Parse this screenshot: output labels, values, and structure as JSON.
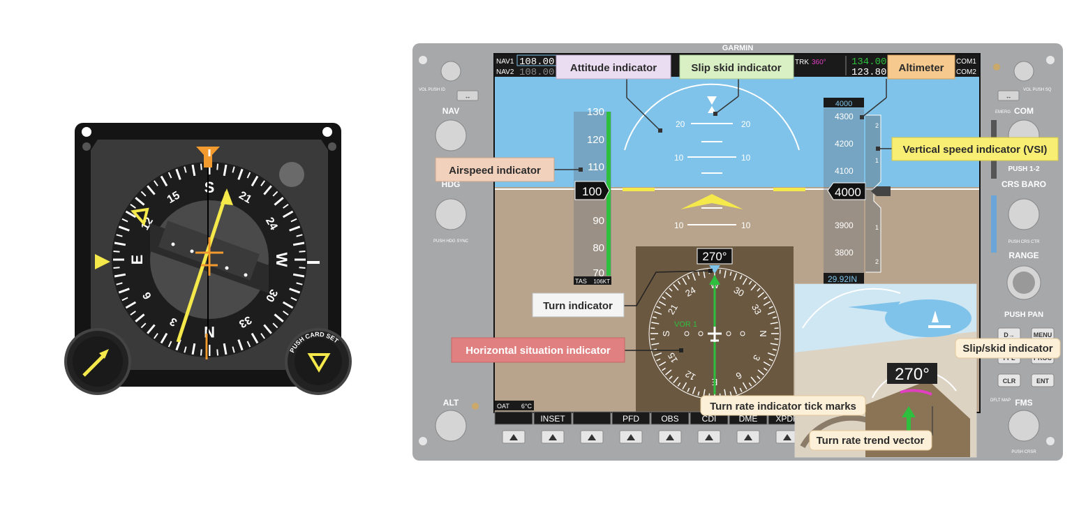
{
  "hsi_instrument": {
    "card_letters": {
      "north": "N",
      "east": "E",
      "south": "S",
      "west": "W"
    },
    "card_numbers": [
      "3",
      "6",
      "12",
      "15",
      "21",
      "24",
      "30",
      "33"
    ],
    "knob_right_label": "PUSH CARD SET"
  },
  "pfd": {
    "brand": "GARMIN",
    "nav1": {
      "label": "NAV1",
      "freq": "108.00"
    },
    "nav2": {
      "label": "NAV2",
      "freq": "108.00"
    },
    "com1": {
      "label": "COM1",
      "freq": "134.00"
    },
    "com2": {
      "label": "COM2",
      "freq": "123.80"
    },
    "trk": {
      "label": "TRK",
      "value": "360°"
    },
    "airspeed": {
      "ticks": [
        "130",
        "120",
        "110",
        "90",
        "80",
        "70"
      ],
      "current": "100",
      "tas_label": "TAS",
      "tas_value": "106KT"
    },
    "pitch_labels": [
      "20",
      "20",
      "10",
      "10",
      "10",
      "10"
    ],
    "altitude": {
      "selected": "4000",
      "ticks": [
        "4300",
        "4200",
        "4100",
        "3900",
        "3800"
      ],
      "current": "4000",
      "baro": "29.92IN"
    },
    "vsi_ticks": [
      "2",
      "1",
      "1",
      "2"
    ],
    "heading": {
      "readout": "270°",
      "nav_source": "VOR 1",
      "card": [
        "N",
        "3",
        "6",
        "E",
        "12",
        "15",
        "S",
        "21",
        "24",
        "W",
        "30",
        "33"
      ]
    },
    "oat": {
      "label": "OAT",
      "value": "6°C"
    },
    "softkeys": [
      "",
      "INSET",
      "",
      "PFD",
      "OBS",
      "CDI",
      "DME",
      "XPDR"
    ],
    "left_bezel": {
      "vol_label": "VOL PUSH ID",
      "nav": "NAV",
      "hdg": "HDG",
      "hdg_sync": "PUSH HDG SYNC",
      "alt": "ALT"
    },
    "right_bezel": {
      "vol_label": "VOL PUSH SQ",
      "emerg": "EMERG",
      "com": "COM",
      "push12": "PUSH 1-2",
      "crs_baro": "CRS BARO",
      "crs_ctr": "PUSH CRS CTR",
      "range": "RANGE",
      "pan": "PUSH PAN",
      "dflt_map": "DFLT MAP",
      "fms": "FMS",
      "push_crsr": "PUSH CRSR",
      "keys": [
        "D→",
        "MENU",
        "FPL",
        "PROC",
        "CLR",
        "ENT"
      ]
    }
  },
  "inset": {
    "readout": "270°"
  },
  "callouts": {
    "attitude": "Attitude indicator",
    "slip_skid": "Slip skid indicator",
    "altimeter": "Altimeter",
    "vsi": "Vertical speed indicator (VSI)",
    "airspeed": "Airspeed indicator",
    "turn": "Turn indicator",
    "hsi": "Horizontal situation indicator",
    "turn_ticks": "Turn rate indicator tick marks",
    "turn_trend": "Turn rate trend vector",
    "slip_skid_inset": "Slip/skid indicator"
  },
  "colors": {
    "sky": "#7fc3ea",
    "ground": "#b8a48c",
    "bezel": "#a7a8aa",
    "hsi_bg": "#6b5840",
    "magenta": "#e040c0",
    "green": "#2fbf3f",
    "yellow": "#f4e84a",
    "orange": "#f29a2e"
  }
}
